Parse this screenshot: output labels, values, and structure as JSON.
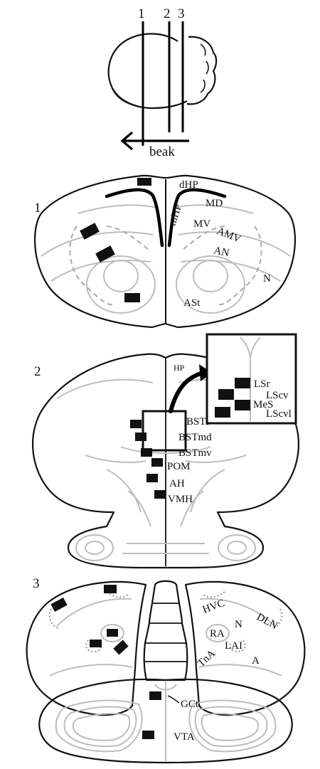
{
  "colors": {
    "ink": "#111111",
    "grey_structure": "#bdbdbd",
    "dashed_boundary": "#a9a9a9",
    "background": "#ffffff"
  },
  "top": {
    "plane_numbers": [
      "1",
      "2",
      "3"
    ],
    "beak_label": "beak"
  },
  "sections": {
    "s1": {
      "number": "1",
      "labels": {
        "dHP": "dHP",
        "mHP": "mHP",
        "MD": "MD",
        "MV": "MV",
        "AMV": "AMV",
        "AN": "AN",
        "N": "N",
        "ASt": "ASt"
      }
    },
    "s2": {
      "number": "2",
      "labels": {
        "HP": "HP",
        "BSTl": "BSTl",
        "BSTmd": "BSTmd",
        "BSTmv": "BSTmv",
        "POM": "POM",
        "AH": "AH",
        "VMH": "VMH"
      },
      "inset_labels": {
        "LSr": "LSr",
        "LScv": "LScv",
        "MeS": "MeS",
        "LScvl": "LScvl"
      }
    },
    "s3": {
      "number": "3",
      "labels": {
        "HVC": "HVC",
        "DLN": "DLN",
        "N": "N",
        "RA": "RA",
        "LAI": "LAI",
        "TnA": "TnA",
        "A": "A",
        "GCt": "GCt",
        "VTA": "VTA"
      }
    }
  }
}
